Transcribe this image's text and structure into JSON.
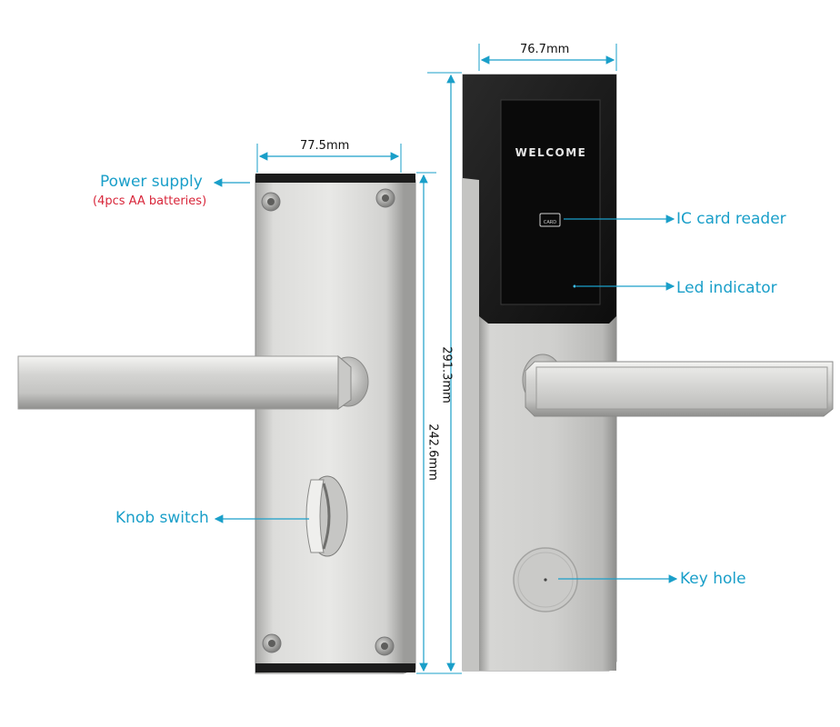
{
  "colors": {
    "callout": "#1a9fc9",
    "note": "#d8263a",
    "dimension": "#1a9fc9",
    "panel_dark": "#1c1c1c",
    "steel_light": "#e4e4e2",
    "steel_mid": "#b9b9b7"
  },
  "product": {
    "display_text": "WELCOME",
    "card_icon_text": "CARD"
  },
  "dimensions": {
    "back_width": "77.5mm",
    "front_width": "76.7mm",
    "front_height": "291.3mm",
    "back_height": "242.6mm"
  },
  "callouts": {
    "power_supply": "Power supply",
    "power_supply_note": "(4pcs AA batteries)",
    "knob_switch": "Knob switch",
    "ic_card_reader": "IC card reader",
    "led_indicator": "Led indicator",
    "key_hole": "Key hole"
  }
}
